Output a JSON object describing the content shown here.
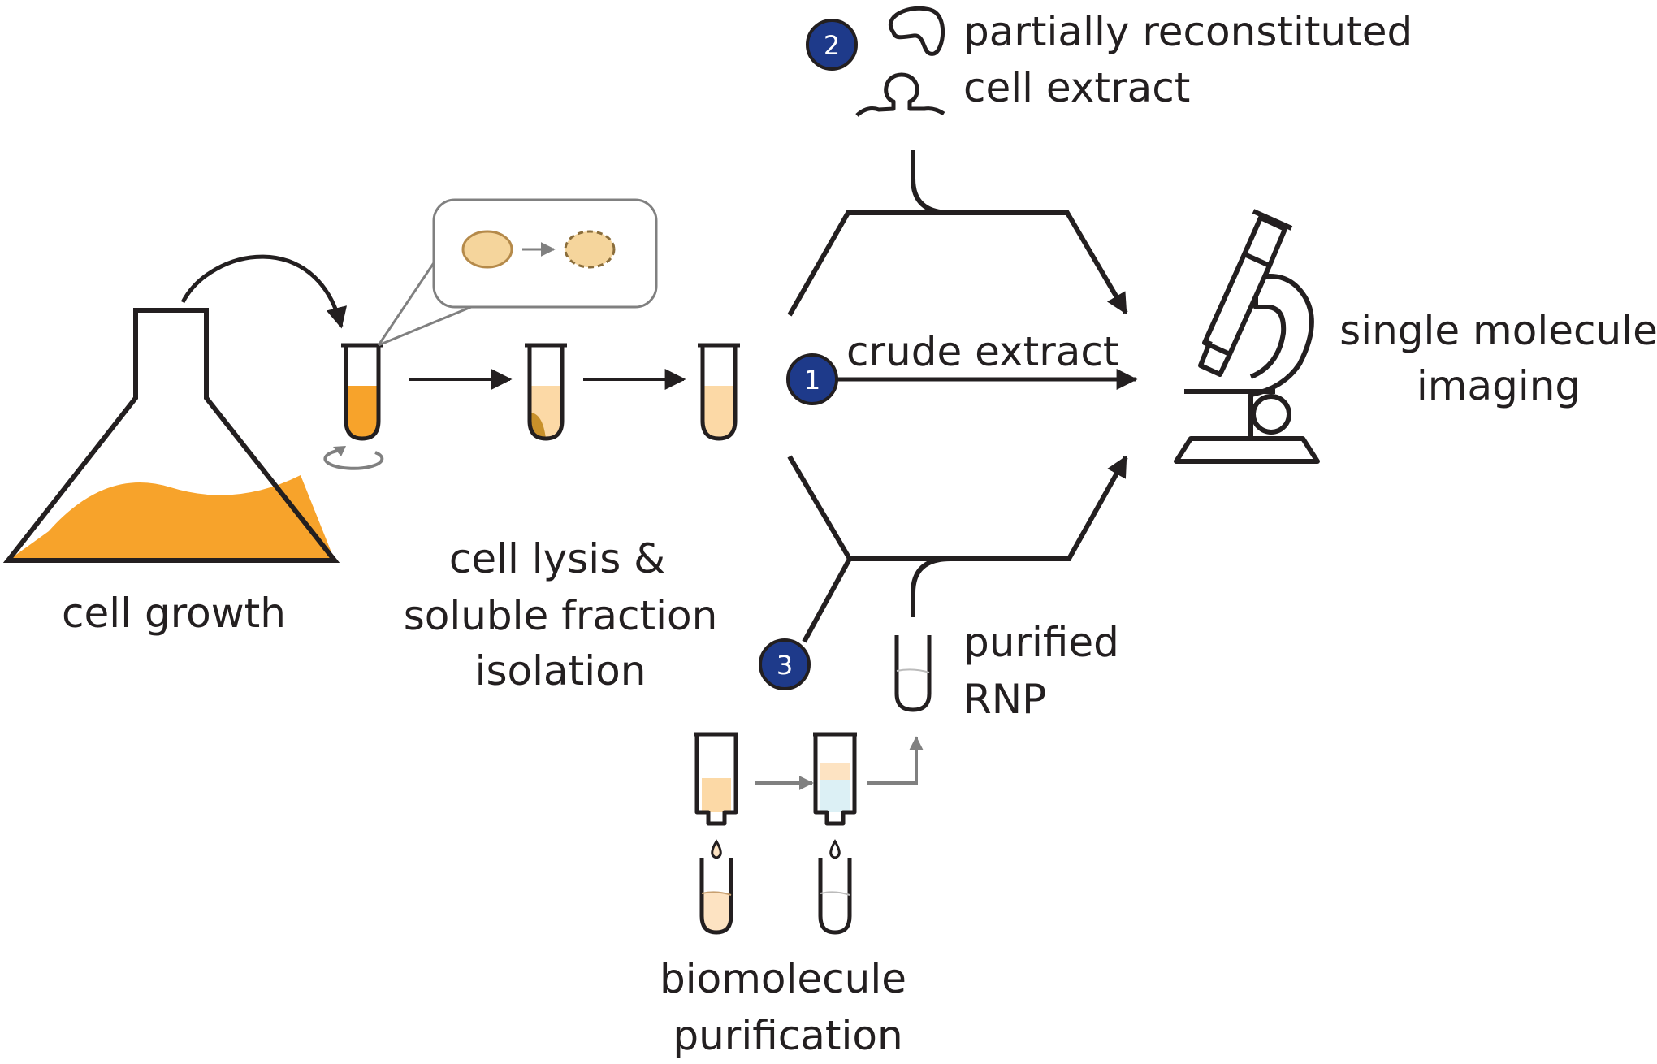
{
  "labels": {
    "cell_growth": "cell growth",
    "lysis_line1": "cell lysis &",
    "lysis_line2": "soluble fraction",
    "lysis_line3": "isolation",
    "crude_extract": "crude extract",
    "partial_line1": "partially reconstituted",
    "partial_line2": "cell extract",
    "purified_line1": "purified",
    "purified_line2": "RNP",
    "biomolecule_line1": "biomolecule",
    "biomolecule_line2": "purification",
    "imaging_line1": "single molecule",
    "imaging_line2": "imaging"
  },
  "badges": {
    "b1": "1",
    "b2": "2",
    "b3": "3"
  },
  "colors": {
    "orange": "#f7a32b",
    "light_orange": "#fcd9a6",
    "pale_orange": "#fde3c2",
    "cell_fill": "#f5d59c",
    "cell_pellet": "#c8902a",
    "light_blue": "#dcf0f5",
    "badge_blue": "#1e3a8a",
    "stroke": "#231f20",
    "gray": "#808080"
  },
  "icons": [
    "flask-icon",
    "centrifuge-tube-icon",
    "cell-icon",
    "lysed-cell-icon",
    "rotation-icon",
    "microscope-icon",
    "protein-icon",
    "rna-hairpin-icon",
    "column-icon",
    "collection-tube-icon",
    "droplet-icon"
  ]
}
